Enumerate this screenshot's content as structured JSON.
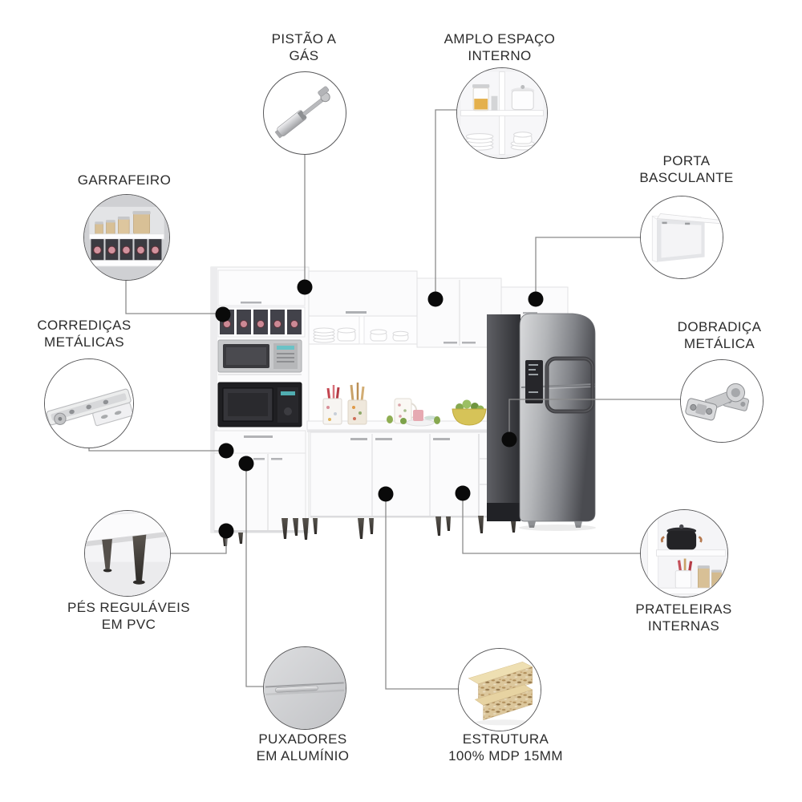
{
  "callouts": [
    {
      "id": "gas-piston",
      "icon": "gas-piston-icon",
      "label": "PISTÃO A\nGÁS"
    },
    {
      "id": "interior-space",
      "icon": "cabinet-interior-icon",
      "label": "AMPLO ESPAÇO\nINTERNO"
    },
    {
      "id": "bottle-rack",
      "icon": "bottle-rack-icon",
      "label": "GARRAFEIRO"
    },
    {
      "id": "flip-door",
      "icon": "flip-door-icon",
      "label": "PORTA\nBASCULANTE"
    },
    {
      "id": "metal-slides",
      "icon": "drawer-slide-icon",
      "label": "CORREDIÇAS\nMETÁLICAS"
    },
    {
      "id": "metal-hinge",
      "icon": "hinge-icon",
      "label": "DOBRADIÇA\nMETÁLICA"
    },
    {
      "id": "adjustable-feet",
      "icon": "pvc-feet-icon",
      "label": "PÉS REGULÁVEIS\nEM PVC"
    },
    {
      "id": "internal-shelves",
      "icon": "shelves-icon",
      "label": "PRATELEIRAS\nINTERNAS"
    },
    {
      "id": "aluminum-handles",
      "icon": "handle-icon",
      "label": "PUXADORES\nEM ALUMÍNIO"
    },
    {
      "id": "mdp-structure",
      "icon": "mdp-board-icon",
      "label": "ESTRUTURA\n100% MDP 15MM"
    }
  ],
  "colors": {
    "label_text": "#2c2c2c",
    "connector_line": "#8b8b8b",
    "anchor_dot": "#0a0a0a",
    "cabinet_white": "#fbfbfc",
    "fridge_steel_dark": "#4b4c50",
    "mdp_wood": "#d9c49a",
    "bottle_cap_pink": "#cc8995",
    "fruit_bowl_yellow": "#d6c358"
  }
}
